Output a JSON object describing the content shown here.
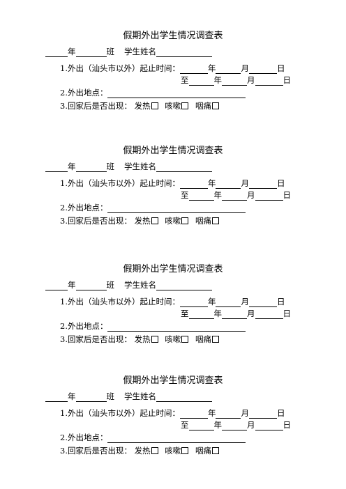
{
  "forms": [
    {
      "title": "假期外出学生情况调查表",
      "year_label": "年",
      "class_label": "班",
      "name_label": "学生姓名",
      "q1_label": "1.外出（汕头市以外）起止时间：",
      "year": "年",
      "month": "月",
      "day": "日",
      "to_label": "至",
      "q2_label": "2.外出地点：",
      "q3_label": "3.回家后是否出现：",
      "symptoms": [
        "发热",
        "咳嗽",
        "咽痛"
      ]
    },
    {
      "title": "假期外出学生情况调查表",
      "year_label": "年",
      "class_label": "班",
      "name_label": "学生姓名",
      "q1_label": "1.外出（汕头市以外）起止时间：",
      "year": "年",
      "month": "月",
      "day": "日",
      "to_label": "至",
      "q2_label": "2.外出地点：",
      "q3_label": "3.回家后是否出现：",
      "symptoms": [
        "发热",
        "咳嗽",
        "咽痛"
      ]
    },
    {
      "title": "假期外出学生情况调查表",
      "year_label": "年",
      "class_label": "班",
      "name_label": "学生姓名",
      "q1_label": "1.外出（汕头市以外）起止时间：",
      "year": "年",
      "month": "月",
      "day": "日",
      "to_label": "至",
      "q2_label": "2.外出地点：",
      "q3_label": "3.回家后是否出现：",
      "symptoms": [
        "发热",
        "咳嗽",
        "咽痛"
      ]
    },
    {
      "title": "假期外出学生情况调查表",
      "year_label": "年",
      "class_label": "班",
      "name_label": "学生姓名",
      "q1_label": "1.外出（汕头市以外）起止时间：",
      "year": "年",
      "month": "月",
      "day": "日",
      "to_label": "至",
      "q2_label": "2.外出地点：",
      "q3_label": "3.回家后是否出现：",
      "symptoms": [
        "发热",
        "咳嗽",
        "咽痛"
      ]
    }
  ]
}
